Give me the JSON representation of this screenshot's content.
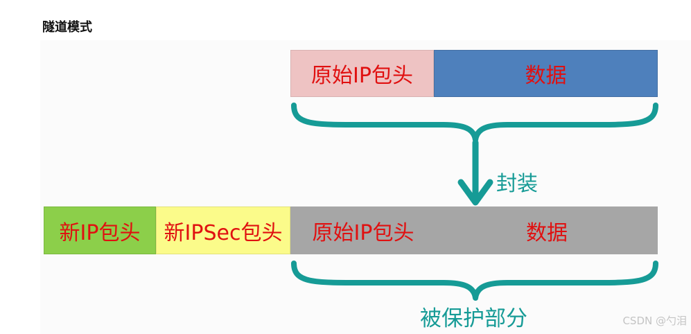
{
  "title": "隧道模式",
  "top_row": {
    "original_ip_header": "原始IP包头",
    "data": "数据"
  },
  "arrow_label": "封装",
  "bottom_row": {
    "new_ip_header": "新IP包头",
    "new_ipsec_header": "新IPSec包头",
    "original_ip_header": "原始IP包头",
    "data": "数据"
  },
  "protected_label": "被保护部分",
  "watermark": "CSDN @勺泪",
  "colors": {
    "text_red": "#e01010",
    "teal": "#169b96",
    "pink": "#eec3c3",
    "blue": "#4e80bc",
    "green": "#8ccf4a",
    "yellow": "#fbfb8a",
    "gray": "#a6a6a6"
  }
}
